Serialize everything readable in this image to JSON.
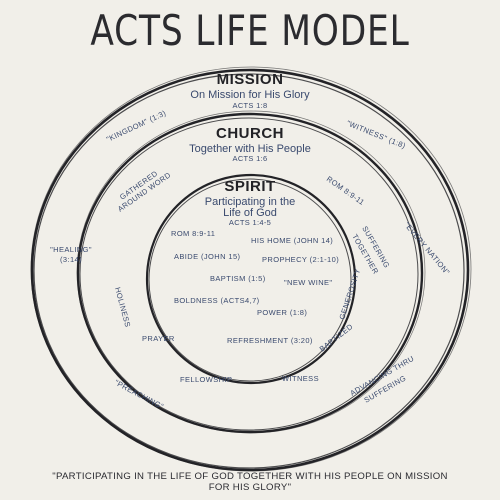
{
  "title": "ACTS LIFE MODEL",
  "mission": {
    "heading": "MISSION",
    "subtitle": "On Mission for His Glory",
    "ref": "ACTS 1:8"
  },
  "church": {
    "heading": "CHURCH",
    "subtitle": "Together with His People",
    "ref": "ACTS 1:6"
  },
  "spirit": {
    "heading": "SPIRIT",
    "subtitle_line1": "Participating in the",
    "subtitle_line2": "Life of God",
    "ref": "ACTS 1:4-5"
  },
  "mission_items": {
    "kingdom": "\"KINGDOM\" (1:3)",
    "witness": "\"WITNESS\" (1:8)",
    "every_nation": "\"EVERY NATION\"",
    "healing_1": "\"HEALING\"",
    "healing_2": "(3:14)",
    "preaching": "\"PREACHING\"",
    "advancing_1": "ADVANCING THRU",
    "advancing_2": "SUFFERING"
  },
  "church_items": {
    "gathered_1": "GATHERED",
    "gathered_2": "AROUND WORD",
    "rom_outer": "ROM 8:9-11",
    "suffering_1": "SUFFERING",
    "suffering_2": "TOGETHER",
    "holiness": "HOLINESS",
    "generosity": "GENEROSITY",
    "prayer": "PRAYER",
    "baptized": "BAPTIZED",
    "fellowship": "FELLOWSHIP",
    "witness": "WITNESS"
  },
  "spirit_items": {
    "rom": "ROM 8:9-11",
    "his_home": "HIS HOME (JOHN 14)",
    "abide": "ABIDE (JOHN 15)",
    "prophecy": "PROPHECY (2:1-10)",
    "baptism": "BAPTISM (1:5)",
    "new_wine": "\"NEW WINE\"",
    "boldness": "BOLDNESS (ACTS4,7)",
    "power": "POWER (1:8)",
    "refreshment": "REFRESHMENT (3:20)"
  },
  "quote_line1": "\"PARTICIPATING IN THE LIFE OF GOD TOGETHER WITH HIS PEOPLE ON MISSION",
  "quote_line2": "FOR HIS GLORY\""
}
